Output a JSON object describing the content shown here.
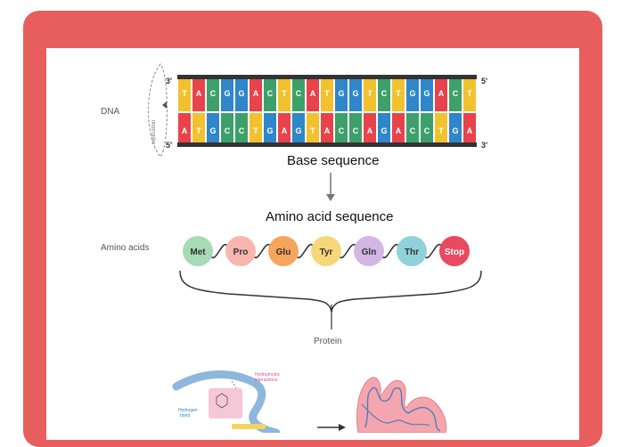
{
  "colors": {
    "frame": "#e85d5d",
    "base_palette": [
      "#f2c22e",
      "#e8434b",
      "#3da06a",
      "#2f86c8"
    ],
    "amino_fill": [
      "#a6dbb5",
      "#f8b6ae",
      "#f5a55c",
      "#f6d87a",
      "#d4b6e4",
      "#8fd2d9",
      "#e84a5f"
    ],
    "backbone": "#333333",
    "protein_ribbon": "#6f9fd0",
    "protein_blob": "#f5a5ae"
  },
  "dna": {
    "label": "DNA",
    "replication_label": "replication",
    "top_left_end": "3'",
    "top_right_end": "5'",
    "bottom_left_end": "5'",
    "bottom_right_end": "3'",
    "top_strand": [
      "T",
      "A",
      "C",
      "G",
      "G",
      "A",
      "C",
      "T",
      "C",
      "A",
      "T",
      "G",
      "G",
      "T",
      "C",
      "T",
      "G",
      "G",
      "A",
      "C",
      "T"
    ],
    "bottom_strand": [
      "A",
      "T",
      "G",
      "C",
      "C",
      "T",
      "G",
      "A",
      "G",
      "T",
      "A",
      "C",
      "C",
      "A",
      "G",
      "A",
      "C",
      "C",
      "T",
      "G",
      "A"
    ]
  },
  "base_sequence_title": "Base sequence",
  "amino_acid_sequence_title": "Amino acid sequence",
  "amino_acids": {
    "label": "Amino acids",
    "items": [
      "Met",
      "Pro",
      "Glu",
      "Tyr",
      "Gln",
      "Thr",
      "Stop"
    ]
  },
  "protein_label": "Protein",
  "protein_structure": {
    "hydrophobic_label_line1": "Hydrophobic",
    "hydrophobic_label_line2": "interactions",
    "hydrogen_label_line1": "Hydrogen",
    "hydrogen_label_line2": "bond"
  }
}
